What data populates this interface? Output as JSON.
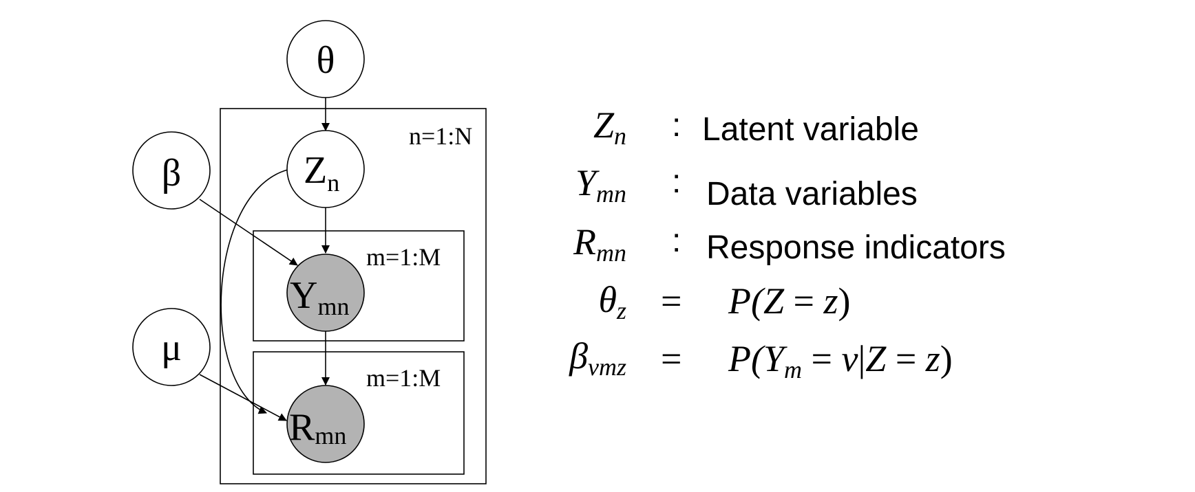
{
  "diagram": {
    "nodes": {
      "theta": {
        "label": "θ"
      },
      "beta": {
        "label": "β"
      },
      "mu": {
        "label": "μ"
      },
      "z": {
        "label": "Z",
        "sub": "n"
      },
      "y": {
        "label": "Y",
        "sub": "mn"
      },
      "r": {
        "label": "R",
        "sub": "mn"
      }
    },
    "plates": {
      "outer": "n=1:N",
      "inner_y": "m=1:M",
      "inner_r": "m=1:M"
    },
    "edges": [
      {
        "from": "theta",
        "to": "z"
      },
      {
        "from": "z",
        "to": "y"
      },
      {
        "from": "y",
        "to": "r"
      },
      {
        "from": "beta",
        "to": "y"
      },
      {
        "from": "mu",
        "to": "r"
      },
      {
        "from": "z",
        "to": "r"
      }
    ]
  },
  "legend": {
    "rows": [
      {
        "sym": "Z",
        "sub": "n",
        "sep": ":",
        "text": "Latent variable"
      },
      {
        "sym": "Y",
        "sub": "mn",
        "sep": ":",
        "text": "Data variables"
      },
      {
        "sym": "R",
        "sub": "mn",
        "sep": ":",
        "text": "Response indicators"
      }
    ],
    "equations": [
      {
        "sym": "θ",
        "sub": "z",
        "sep": "=",
        "rhs_open": "P(",
        "rhs_a": "Z",
        "rhs_eq": " = ",
        "rhs_b": "z",
        "rhs_close": ")"
      },
      {
        "sym": "β",
        "sub": "vmz",
        "sep": "=",
        "rhs_open": "P(",
        "rhs_a": "Y",
        "rhs_a_sub": "m",
        "rhs_eq": " = ",
        "rhs_b": "v",
        "rhs_mid": "|",
        "rhs_c": "Z",
        "rhs_eq2": " = ",
        "rhs_d": "z",
        "rhs_close": ")"
      }
    ]
  },
  "colors": {
    "observed_fill": "#b3b3b3",
    "latent_fill": "#ffffff",
    "stroke": "#000000"
  }
}
